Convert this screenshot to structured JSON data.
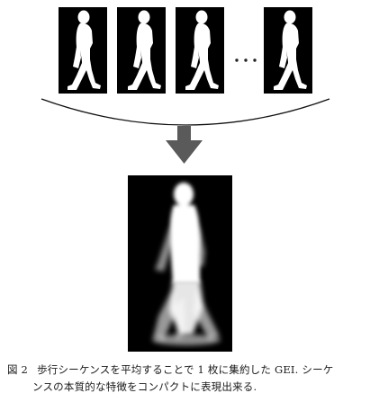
{
  "sequence": {
    "frames": [
      {
        "id": "frame-1",
        "pose": "walking-right"
      },
      {
        "id": "frame-2",
        "pose": "walking-right"
      },
      {
        "id": "frame-3",
        "pose": "walking-right"
      },
      {
        "id": "frame-n",
        "pose": "walking-right"
      }
    ],
    "ellipsis": "…"
  },
  "arrow": {
    "direction": "down",
    "color": "#5a5a5a"
  },
  "gei": {
    "label": "GEI",
    "background": "#000000"
  },
  "caption": {
    "label": "図 2",
    "line1": "歩行シーケンスを平均することで 1 枚に集約した GEI. シーケ",
    "line2": "ンスの本質的な特徴をコンパクトに表現出来る."
  }
}
